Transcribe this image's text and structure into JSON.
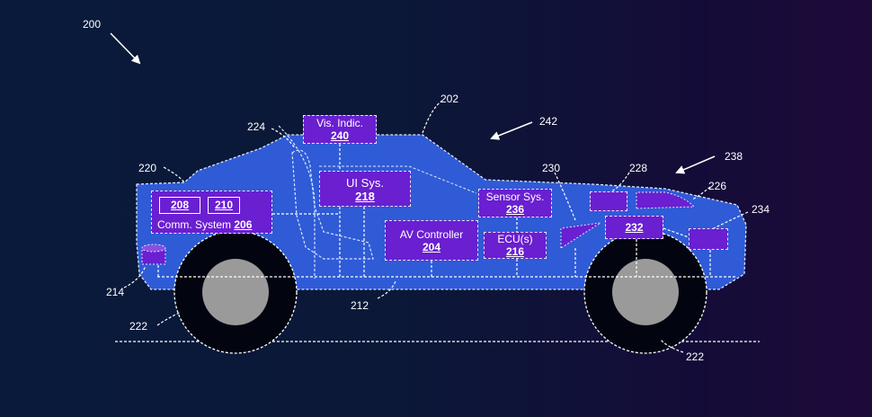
{
  "refs": {
    "r200": "200",
    "r202": "202",
    "r242": "242",
    "r224": "224",
    "r220": "220",
    "r230": "230",
    "r228": "228",
    "r238": "238",
    "r226": "226",
    "r234": "234",
    "r214": "214",
    "r212": "212",
    "r222a": "222",
    "r222b": "222"
  },
  "boxes": {
    "vis_indic": {
      "label": "Vis. Indic.",
      "num": "240"
    },
    "ui_sys": {
      "label": "UI Sys.",
      "num": "218"
    },
    "av_controller": {
      "label": "AV Controller",
      "num": "204"
    },
    "sensor_sys": {
      "label": "Sensor Sys.",
      "num": "236"
    },
    "ecu": {
      "label": "ECU(s)",
      "num": "216"
    },
    "comm": {
      "label": "Comm. System",
      "num": "206",
      "sub1": "208",
      "sub2": "210"
    },
    "box232": {
      "num": "232"
    }
  },
  "colors": {
    "background_left": "#0a1a3a",
    "background_right": "#1e0a3a",
    "vehicle_body": "#2f5bd6",
    "component_box": "#6a1fd0",
    "line": "#ffffff",
    "wheel_hub": "#9a9a9a"
  }
}
